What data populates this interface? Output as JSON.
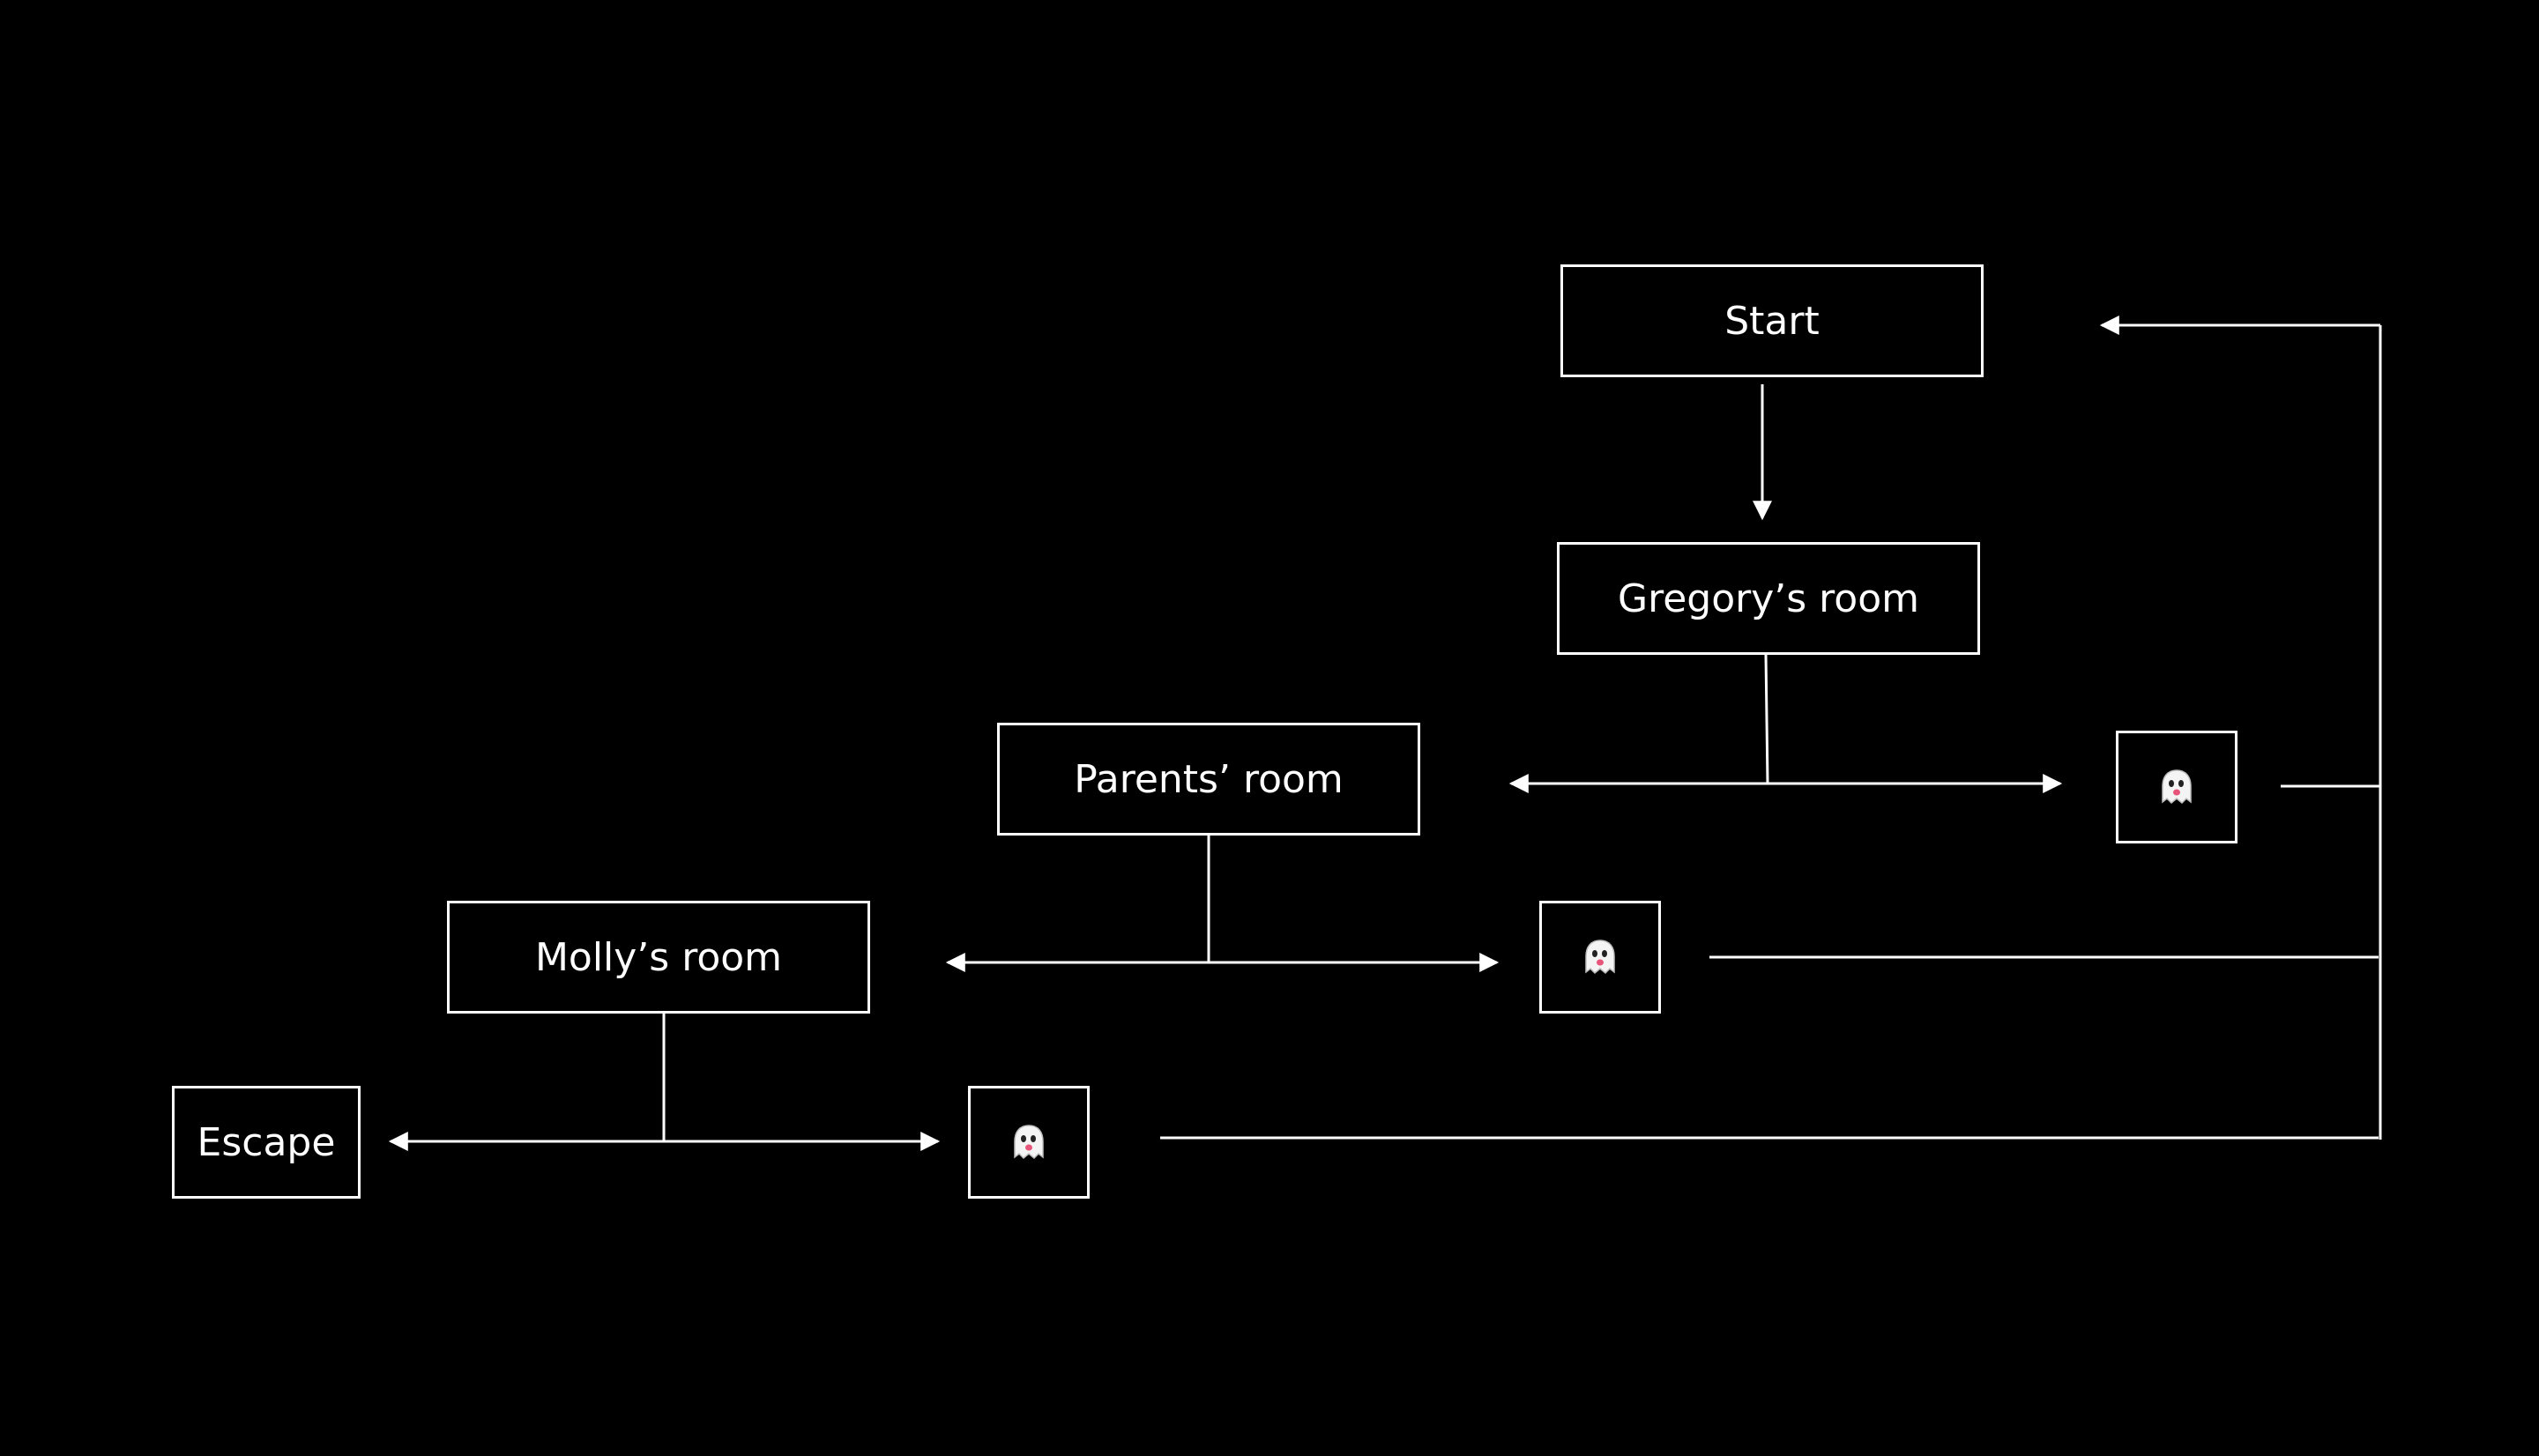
{
  "diagram": {
    "nodes": {
      "start": {
        "label": "Start"
      },
      "gregory": {
        "label": "Gregory’s room"
      },
      "parents": {
        "label": "Parents’ room"
      },
      "molly": {
        "label": "Molly’s room"
      },
      "escape": {
        "label": "Escape"
      },
      "ghost_1": {
        "icon": "ghost-icon"
      },
      "ghost_2": {
        "icon": "ghost-icon"
      },
      "ghost_3": {
        "icon": "ghost-icon"
      }
    },
    "edges": [
      {
        "from": "start",
        "to": "gregory"
      },
      {
        "from": "gregory",
        "to": "parents"
      },
      {
        "from": "gregory",
        "to": "ghost_1"
      },
      {
        "from": "parents",
        "to": "molly"
      },
      {
        "from": "parents",
        "to": "ghost_2"
      },
      {
        "from": "molly",
        "to": "escape"
      },
      {
        "from": "molly",
        "to": "ghost_3"
      },
      {
        "from": "ghost_1",
        "to": "start"
      },
      {
        "from": "ghost_2",
        "to": "start"
      },
      {
        "from": "ghost_3",
        "to": "start"
      }
    ]
  },
  "colors": {
    "background": "#000000",
    "foreground": "#ffffff"
  }
}
